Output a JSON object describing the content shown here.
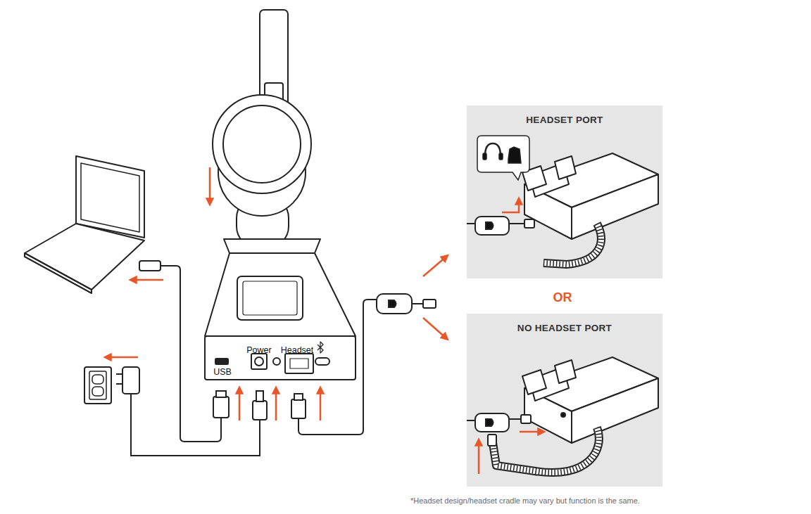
{
  "diagram": {
    "caption": "*Headset design/headset cradle may vary but function is the same.",
    "nodes": [
      {
        "text": [
          "HEADSET PORT"
        ]
      },
      {
        "text": [
          "NO HEADSET PORT"
        ]
      }
    ],
    "labels": [
      "USB",
      "Power",
      "Headset",
      "OR"
    ]
  }
}
